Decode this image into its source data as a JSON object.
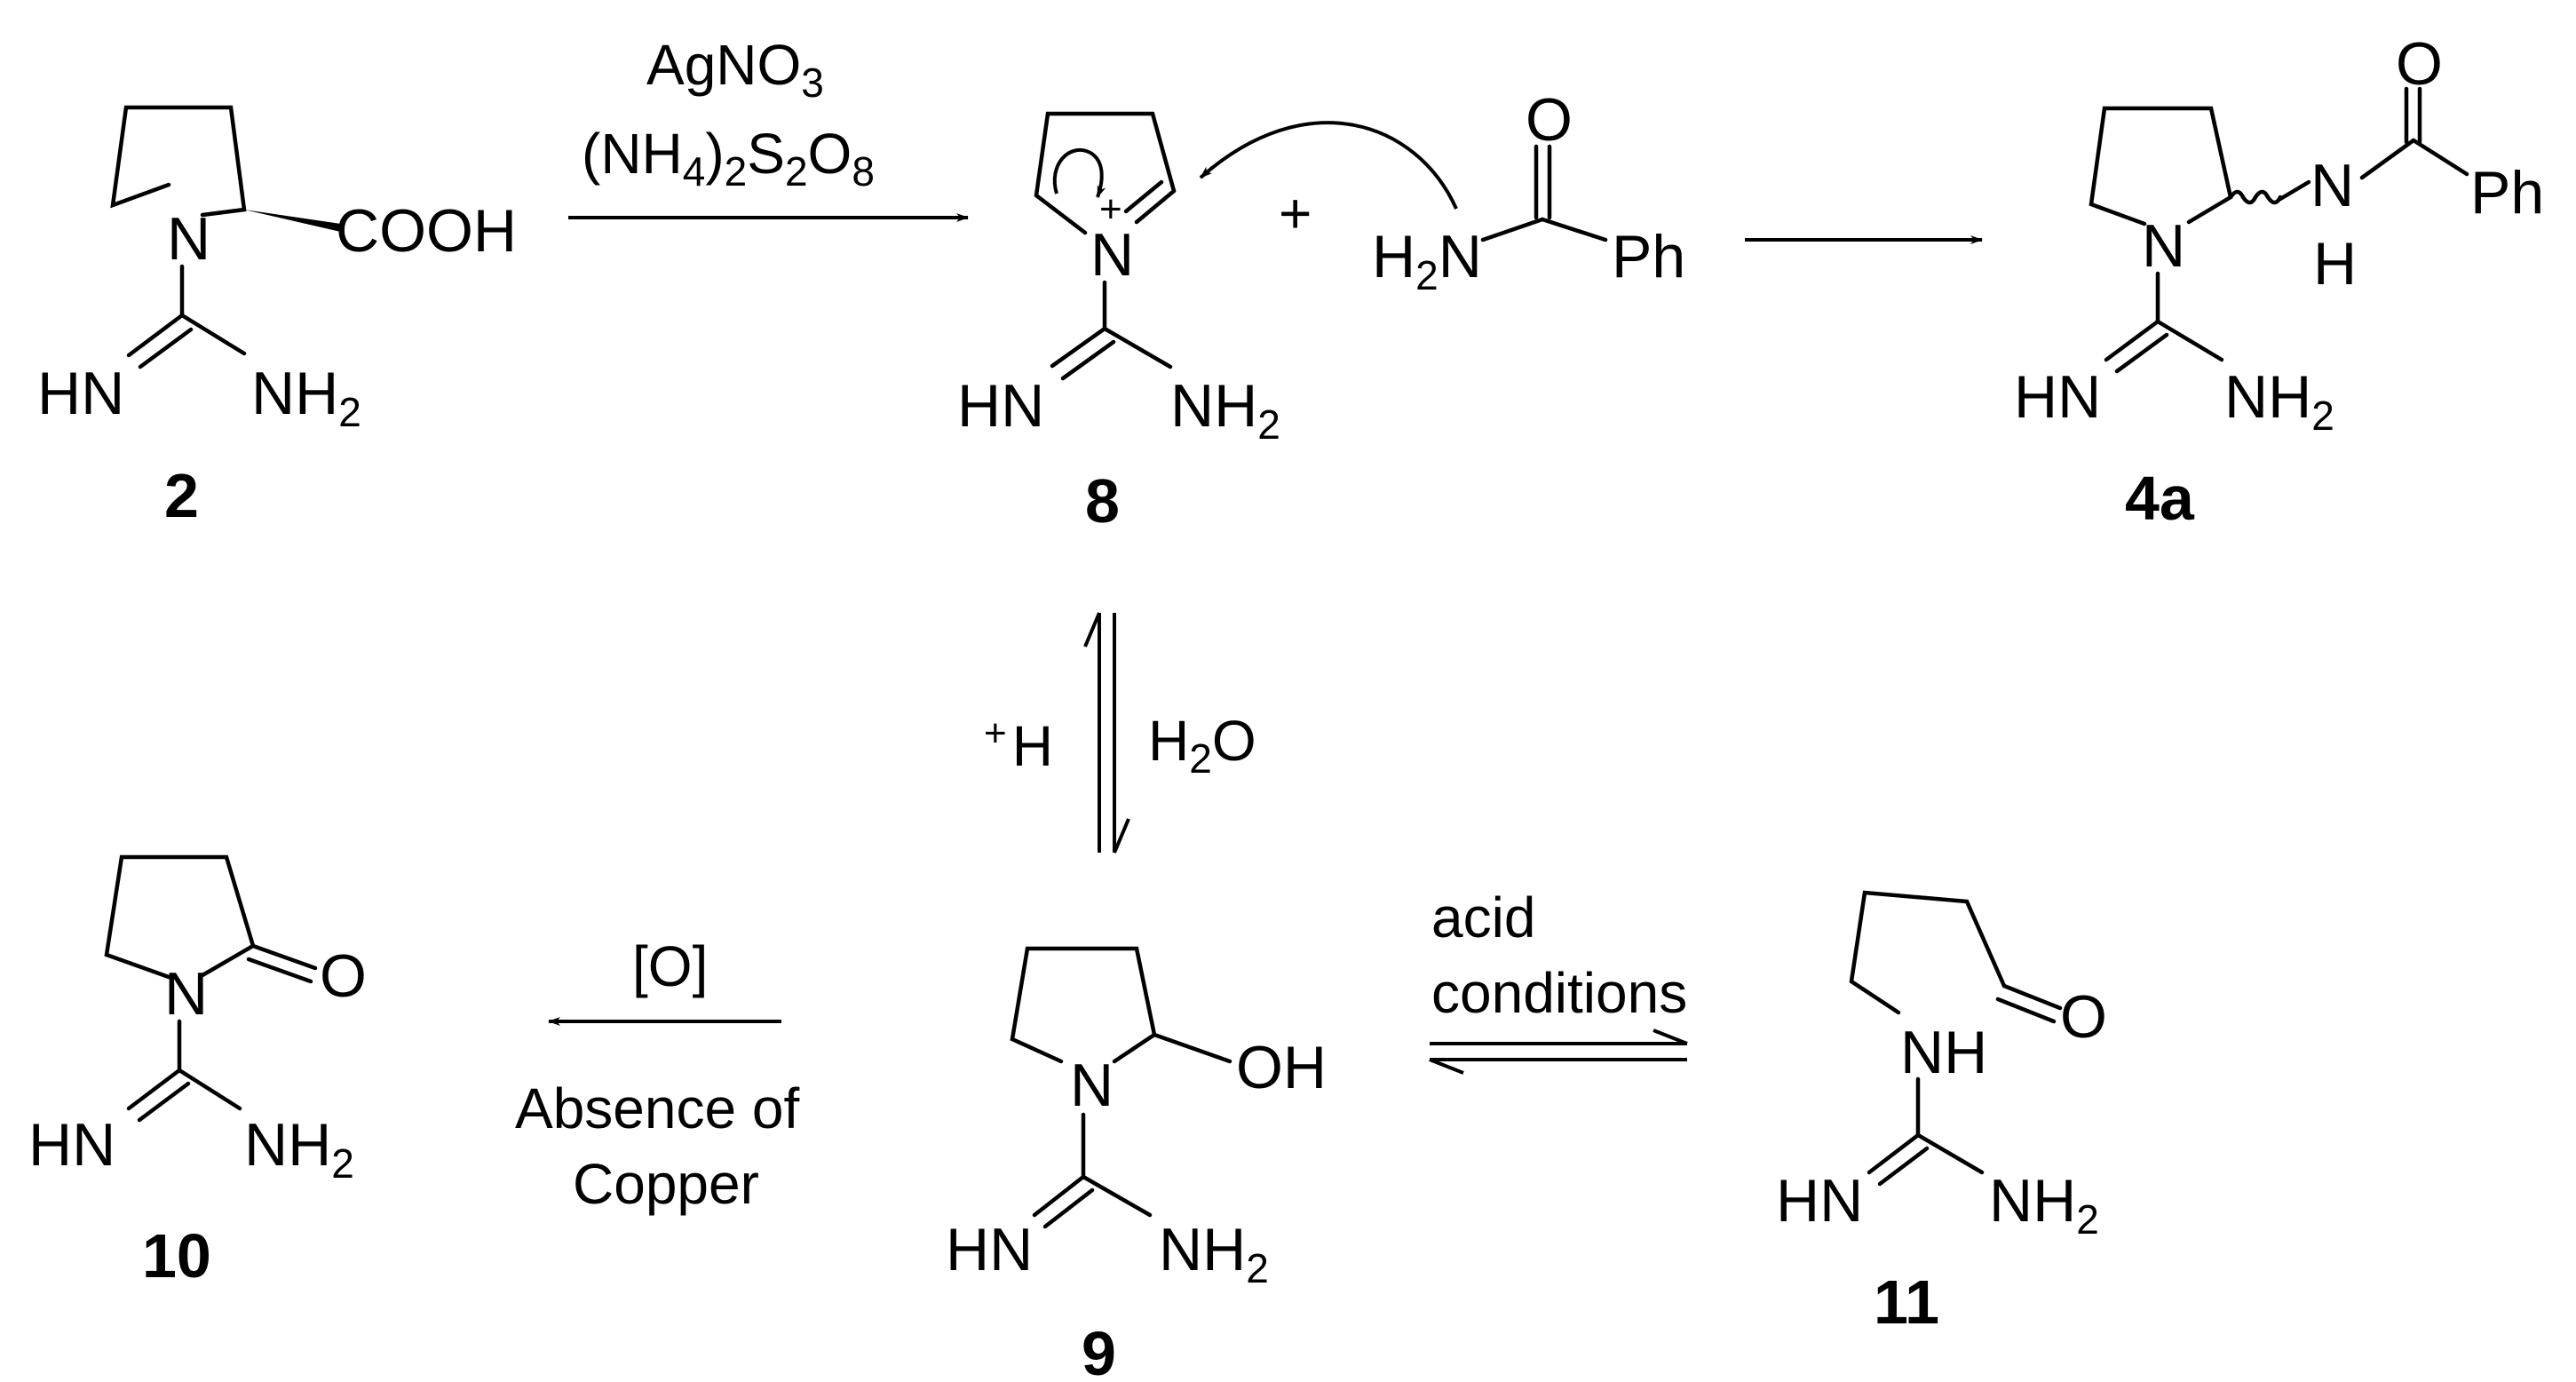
{
  "compounds": {
    "c2": {
      "number": "2",
      "acid_group": "COOH",
      "ring_N": "N",
      "imine": "HN",
      "amine": "NH",
      "sub2": "2"
    },
    "c8": {
      "number": "8",
      "ring_N": "N",
      "charge": "+",
      "imine": "HN",
      "amine": "NH",
      "sub2": "2"
    },
    "benzamide": {
      "O": "O",
      "H": "H",
      "sub2": "2",
      "N": "N",
      "Ph": "Ph"
    },
    "c4a": {
      "number": "4a",
      "O": "O",
      "Ph": "Ph",
      "NH_N": "N",
      "NH_H": "H",
      "ring_N": "N",
      "imine": "HN",
      "amine": "NH",
      "sub2": "2"
    },
    "c9": {
      "number": "9",
      "OH": "OH",
      "ring_N": "N",
      "imine": "HN",
      "amine": "NH",
      "sub2": "2"
    },
    "c10": {
      "number": "10",
      "O": "O",
      "ring_N": "N",
      "imine": "HN",
      "amine": "NH",
      "sub2": "2"
    },
    "c11": {
      "number": "11",
      "O": "O",
      "NH": "NH",
      "imine": "HN",
      "amine": "NH",
      "sub2": "2"
    }
  },
  "reagents": {
    "agno3": {
      "main": "AgNO",
      "sub": "3"
    },
    "persulfate": {
      "p1": "(NH",
      "s1": "4",
      "p2": ")",
      "s2": "2",
      "p3": "S",
      "s3": "2",
      "p4": "O",
      "s4": "8"
    },
    "plus_H": {
      "sup": "+",
      "main": "H"
    },
    "water": {
      "main": "H",
      "sub": "2",
      "tail": "O"
    },
    "oxidation": "[O]",
    "absence_line1": "Absence of",
    "absence_line2": "Copper",
    "acid_line1": "acid",
    "acid_line2": "conditions",
    "plus_sign": "+"
  }
}
